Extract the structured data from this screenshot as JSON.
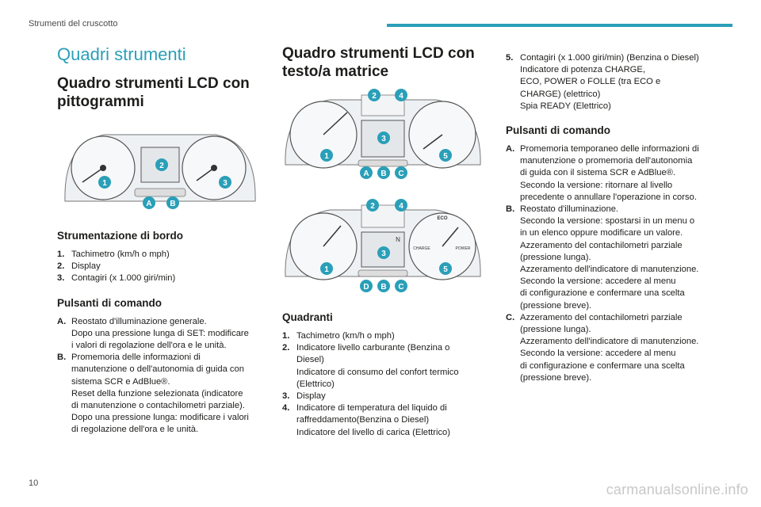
{
  "header": {
    "section": "Strumenti del cruscotto"
  },
  "footer": {
    "page_number": "10",
    "watermark": "carmanualsonline.info"
  },
  "col1": {
    "page_title": "Quadri strumenti",
    "section_title": "Quadro strumenti LCD con pittogrammi",
    "figure1": {
      "callouts": [
        "1",
        "2",
        "3",
        "A",
        "B"
      ]
    },
    "strumentazione": {
      "title": "Strumentazione di bordo",
      "items": [
        {
          "key": "1.",
          "text": "Tachimetro (km/h o mph)"
        },
        {
          "key": "2.",
          "text": "Display"
        },
        {
          "key": "3.",
          "text": "Contagiri (x 1.000 giri/min)"
        }
      ]
    },
    "pulsanti": {
      "title": "Pulsanti di comando",
      "items": [
        {
          "key": "A.",
          "lines": [
            "Reostato d'illuminazione generale.",
            "Dopo una pressione lunga di SET: modificare",
            "i valori di regolazione dell'ora e le unità."
          ]
        },
        {
          "key": "B.",
          "lines": [
            "Promemoria delle informazioni di",
            "manutenzione o dell'autonomia di guida con",
            "sistema SCR e AdBlue®.",
            "Reset della funzione selezionata (indicatore",
            "di manutenzione o contachilometri parziale).",
            "Dopo una pressione lunga: modificare i valori",
            "di regolazione dell'ora e le unità."
          ]
        }
      ]
    }
  },
  "col2": {
    "section_title": "Quadro strumenti LCD con testo/a matrice",
    "figure2": {
      "callouts": [
        "1",
        "2",
        "3",
        "4",
        "5",
        "A",
        "B",
        "C"
      ]
    },
    "figure3": {
      "callouts": [
        "1",
        "2",
        "3",
        "4",
        "5",
        "B",
        "C",
        "D"
      ],
      "labels": {
        "eco": "ECO",
        "charge": "CHARGE",
        "power": "POWER",
        "n": "N"
      }
    },
    "quadranti": {
      "title": "Quadranti",
      "items": [
        {
          "key": "1.",
          "lines": [
            "Tachimetro (km/h o mph)"
          ]
        },
        {
          "key": "2.",
          "lines": [
            "Indicatore livello carburante (Benzina o",
            "Diesel)",
            "Indicatore di consumo del confort termico",
            "(Elettrico)"
          ]
        },
        {
          "key": "3.",
          "lines": [
            "Display"
          ]
        },
        {
          "key": "4.",
          "lines": [
            "Indicatore di temperatura del liquido di",
            "raffreddamento(Benzina o Diesel)",
            "Indicatore del livello di carica (Elettrico)"
          ]
        }
      ]
    }
  },
  "col3": {
    "item5": {
      "key": "5.",
      "lines": [
        "Contagiri (x 1.000 giri/min) (Benzina o Diesel)",
        "Indicatore di potenza CHARGE,",
        "ECO, POWER o FOLLE (tra ECO e",
        "CHARGE) (elettrico)",
        "Spia READY (Elettrico)"
      ]
    },
    "pulsanti": {
      "title": "Pulsanti di comando",
      "items": [
        {
          "key": "A.",
          "lines": [
            "Promemoria temporaneo delle informazioni di",
            "manutenzione o promemoria dell'autonomia",
            "di guida con il sistema SCR e AdBlue®.",
            "Secondo la versione: ritornare al livello",
            "precedente o annullare l'operazione in corso."
          ]
        },
        {
          "key": "B.",
          "lines": [
            "Reostato d'illuminazione.",
            "Secondo la versione: spostarsi in un menu o",
            "in un elenco oppure modificare un valore.",
            "Azzeramento del contachilometri parziale",
            "(pressione lunga).",
            "Azzeramento dell'indicatore di manutenzione.",
            "Secondo la versione: accedere al menu",
            "di configurazione e confermare una scelta",
            "(pressione breve)."
          ]
        },
        {
          "key": "C.",
          "lines": [
            "Azzeramento del contachilometri parziale",
            "(pressione lunga).",
            "Azzeramento dell'indicatore di manutenzione.",
            "Secondo la versione: accedere al menu",
            "di configurazione e confermare una scelta",
            "(pressione breve)."
          ]
        }
      ]
    }
  },
  "colors": {
    "accent": "#2a9fb8",
    "text": "#1d1d1b",
    "dial_bg": "#e9ecef",
    "dial_line": "#555555"
  }
}
